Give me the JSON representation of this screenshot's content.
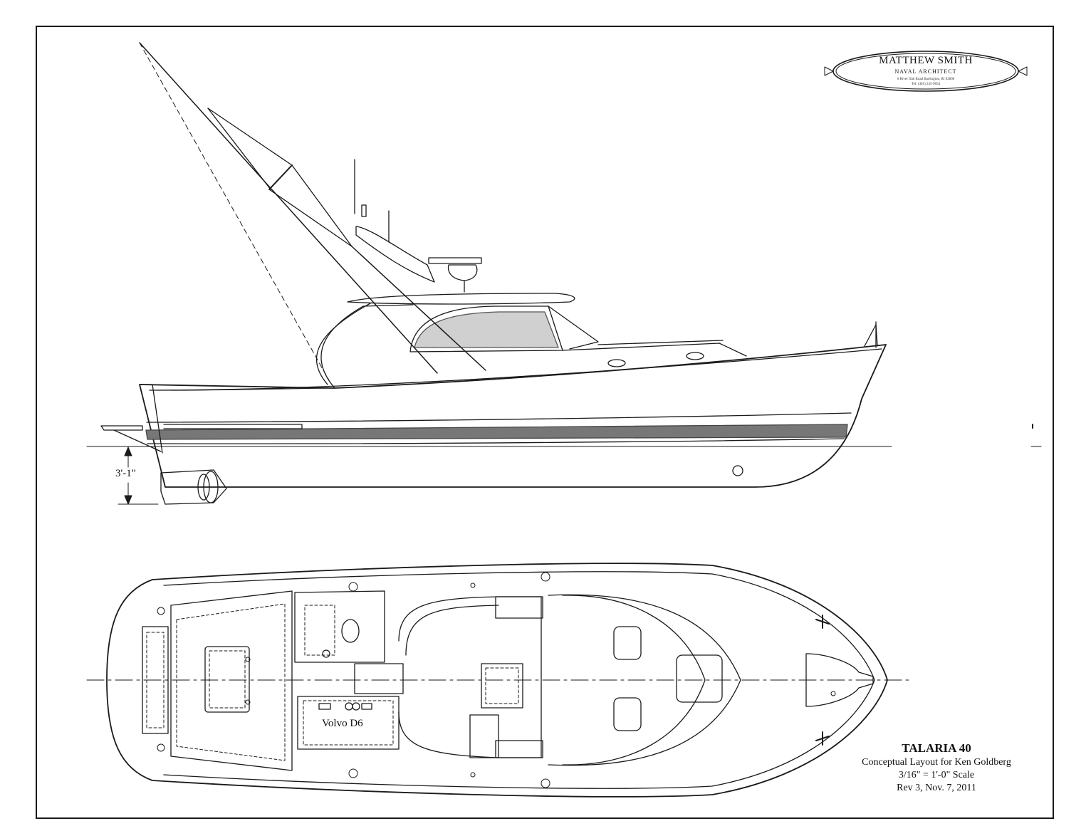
{
  "logo": {
    "name": "MATTHEW SMITH",
    "title": "NAVAL ARCHITECT",
    "address": "6 River Oak Road  Barrington, RI 02806",
    "tel": "Tel: (401) 245-9054"
  },
  "profile_view": {
    "draft_dimension": "3'-1\""
  },
  "plan_view": {
    "engine_label": "Volvo D6"
  },
  "title_block": {
    "title": "TALARIA 40",
    "subtitle": "Conceptual Layout for Ken Goldberg",
    "scale": "3/16\" = 1'-0\" Scale",
    "revision": "Rev 3, Nov. 7, 2011"
  }
}
